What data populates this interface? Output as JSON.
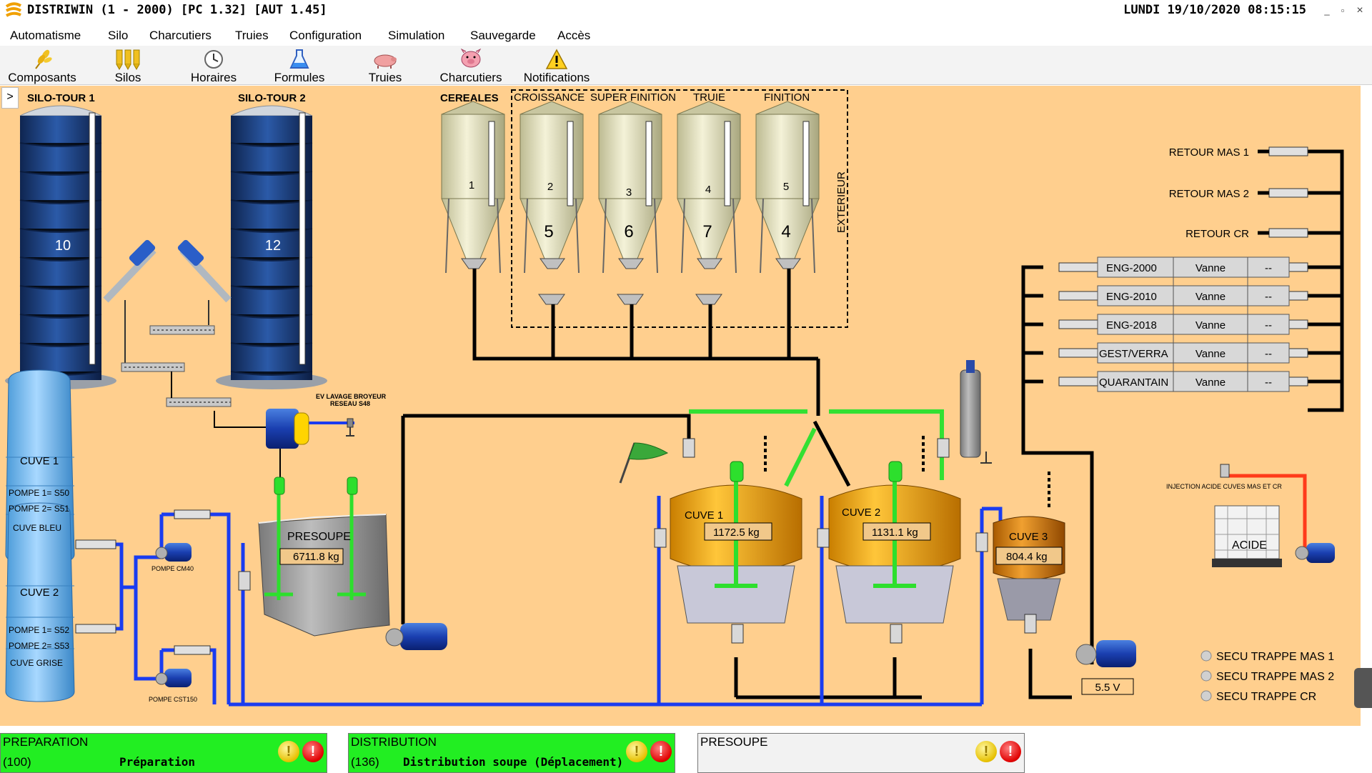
{
  "window": {
    "title": "DISTRIWIN (1 - 2000) [PC  1.32] [AUT  1.45]",
    "datetime": "LUNDI 19/10/2020 08:15:15",
    "minimize": "_",
    "restore": "▫",
    "close": "×"
  },
  "menu": [
    "Automatisme",
    "Silo",
    "Charcutiers",
    "Truies",
    "Configuration",
    "Simulation",
    "Sauvegarde",
    "Accès"
  ],
  "toolbar": [
    {
      "label": "Composants",
      "icon": "wheat-icon"
    },
    {
      "label": "Silos",
      "icon": "silos-icon"
    },
    {
      "label": "Horaires",
      "icon": "clock-icon"
    },
    {
      "label": "Formules",
      "icon": "flask-icon"
    },
    {
      "label": "Truies",
      "icon": "sow-icon"
    },
    {
      "label": "Charcutiers",
      "icon": "pig-icon"
    },
    {
      "label": "Notifications",
      "icon": "warning-icon"
    }
  ],
  "sidebar_toggle": ">",
  "synoptic": {
    "silo_towers": [
      {
        "title": "SILO-TOUR 1",
        "number": "10"
      },
      {
        "title": "SILO-TOUR 2",
        "number": "12"
      }
    ],
    "cereales_title": "CEREALES",
    "feed_silos": [
      {
        "title": "",
        "id": "1",
        "number": ""
      },
      {
        "title": "CROISSANCE",
        "id": "2",
        "number": "5"
      },
      {
        "title": "SUPER FINITION",
        "id": "3",
        "number": "6"
      },
      {
        "title": "TRUIE",
        "id": "4",
        "number": "7"
      },
      {
        "title": "FINITION",
        "id": "5",
        "number": "4"
      }
    ],
    "exterieur_label": "EXTERIEUR",
    "ev_lavage_line1": "EV LAVAGE BROYEUR",
    "ev_lavage_line2": "RESEAU S48",
    "storage_tanks": [
      {
        "name": "CUVE 1",
        "pump1": "POMPE 1= S50",
        "pump2": "POMPE 2= S51",
        "color_label": "CUVE BLEU"
      },
      {
        "name": "CUVE 2",
        "pump1": "POMPE 1= S52",
        "pump2": "POMPE 2= S53",
        "color_label": "CUVE GRISE"
      }
    ],
    "pump_cm40": "POMPE CM40",
    "pump_cst150": "POMPE CST150",
    "presoupe": {
      "name": "PRESOUPE",
      "weight": "6711.8 kg"
    },
    "mix_tanks": [
      {
        "name": "CUVE 1",
        "weight": "1172.5 kg"
      },
      {
        "name": "CUVE 2",
        "weight": "1131.1 kg"
      },
      {
        "name": "CUVE 3",
        "weight": "804.4 kg"
      }
    ],
    "returns": [
      "RETOUR MAS 1",
      "RETOUR MAS 2",
      "RETOUR CR"
    ],
    "circuits": [
      {
        "name": "ENG-2000",
        "mode": "Vanne",
        "state": "--"
      },
      {
        "name": "ENG-2010",
        "mode": "Vanne",
        "state": "--"
      },
      {
        "name": "ENG-2018",
        "mode": "Vanne",
        "state": "--"
      },
      {
        "name": "GEST/VERRA",
        "mode": "Vanne",
        "state": "--"
      },
      {
        "name": "QUARANTAIN",
        "mode": "Vanne",
        "state": "--"
      }
    ],
    "injection_label": "INJECTION ACIDE CUVES MAS ET CR",
    "acid_label": "ACIDE",
    "pump_voltage": "5.5 V",
    "security": [
      "SECU TRAPPE MAS 1",
      "SECU TRAPPE MAS 2",
      "SECU TRAPPE CR"
    ]
  },
  "status_panels": [
    {
      "title": "PREPARATION",
      "code": "(100)",
      "state": "Préparation",
      "color": "#22ee22"
    },
    {
      "title": "DISTRIBUTION",
      "code": "(136)",
      "state": "Distribution soupe (Déplacement)",
      "color": "#22ee22"
    },
    {
      "title": "PRESOUPE",
      "code": "",
      "state": "",
      "color": "#f2f2f2"
    }
  ],
  "colors": {
    "background": "#ffcf8e",
    "pipe_black": "#000000",
    "pipe_blue": "#1a3cf0",
    "pipe_green": "#33e033",
    "pipe_red": "#ff3b1a",
    "tank_orange": "#f5a700",
    "silo_blue": "#1d3f80"
  }
}
